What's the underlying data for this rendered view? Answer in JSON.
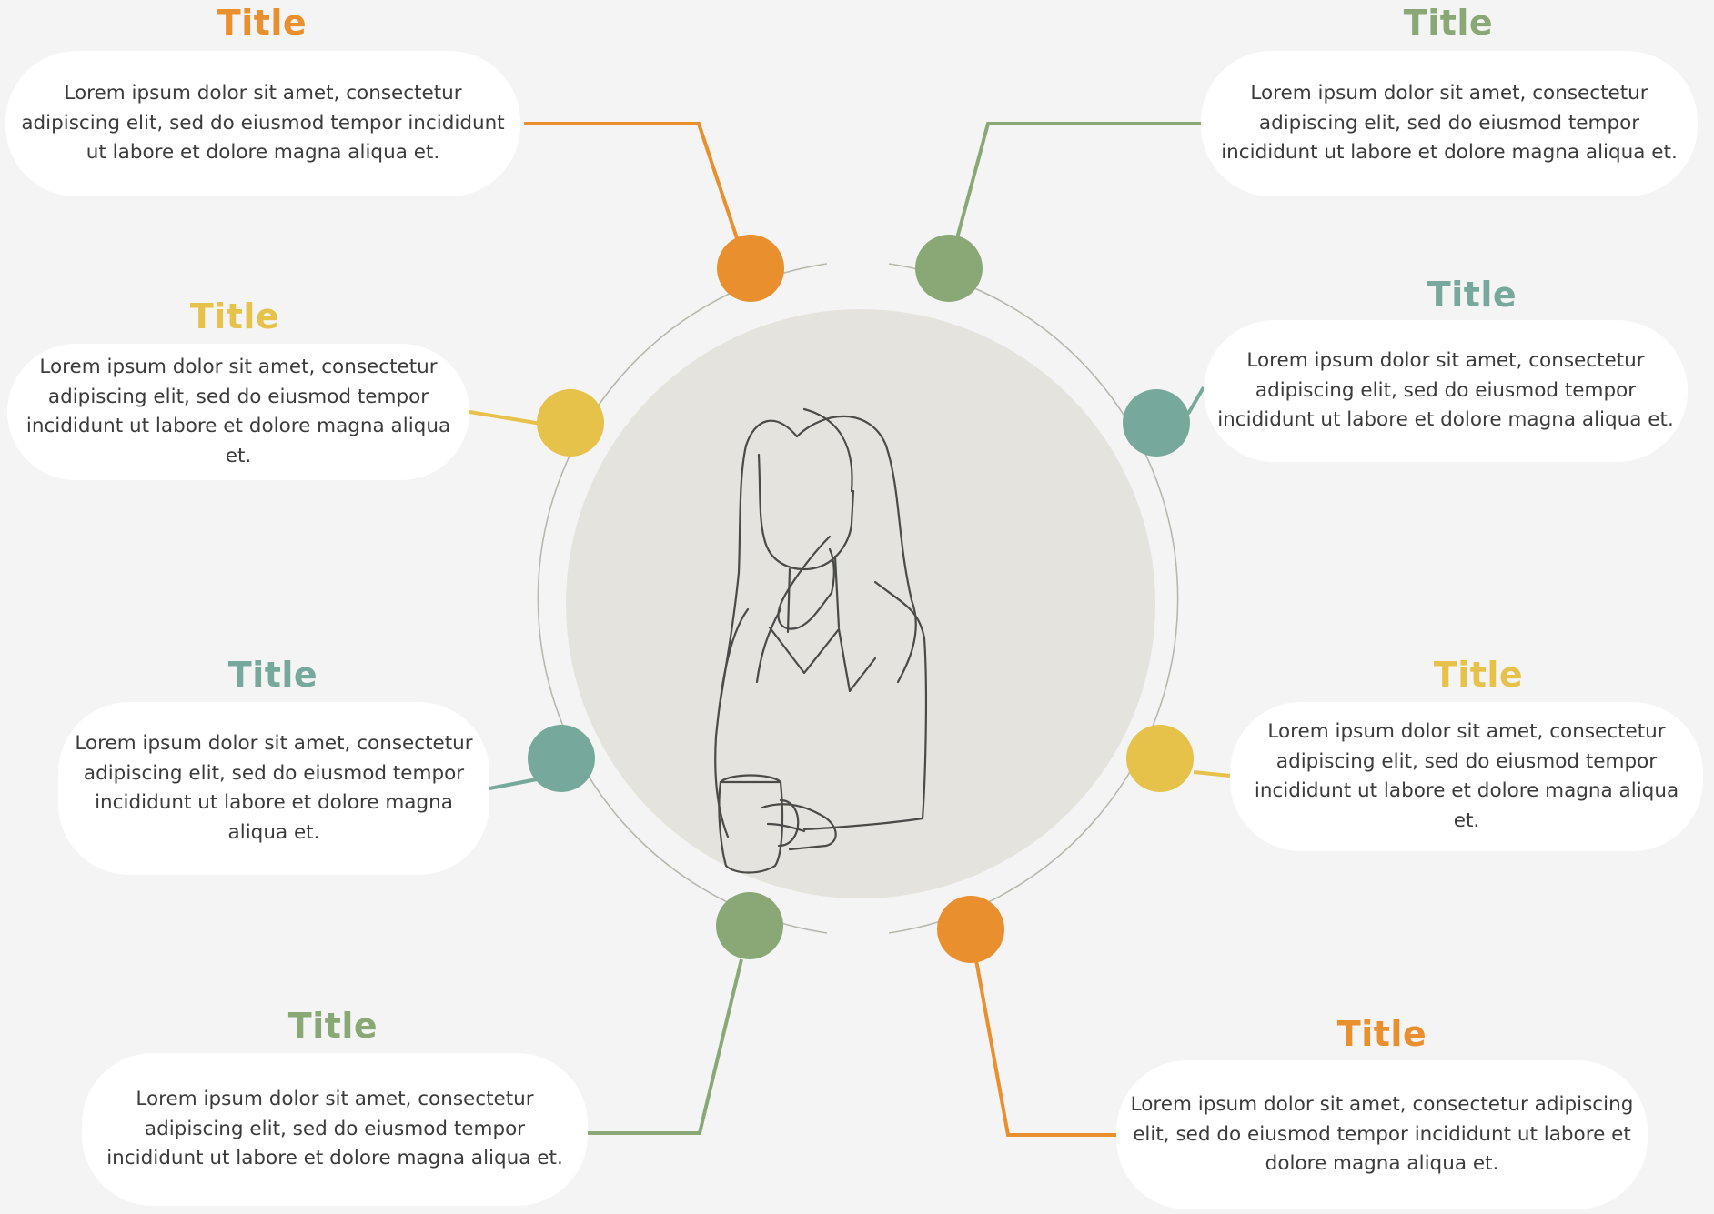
{
  "colors": {
    "background": "#f5f4f4",
    "orange": "#e98f2d",
    "green": "#8aa876",
    "teal": "#76a89b",
    "yellow": "#e6c24b",
    "ring": "#b5b8ad",
    "center": "#e5e3de",
    "text": "#3b3b3b"
  },
  "center": {
    "icon": "thinking-woman-with-mug-illustration"
  },
  "items": [
    {
      "id": "top-left",
      "title": "Title",
      "color": "orange",
      "text": "Lorem ipsum dolor sit amet, consectetur adipiscing elit, sed do eiusmod tempor incididunt ut labore et dolore magna aliqua et."
    },
    {
      "id": "top-right",
      "title": "Title",
      "color": "green",
      "text": "Lorem ipsum dolor sit amet, consectetur adipiscing elit, sed do eiusmod tempor incididunt ut labore et dolore magna aliqua et."
    },
    {
      "id": "upper-left",
      "title": "Title",
      "color": "yellow",
      "text": "Lorem ipsum dolor sit amet, consectetur adipiscing elit, sed do eiusmod tempor incididunt ut labore et dolore magna aliqua et."
    },
    {
      "id": "upper-right",
      "title": "Title",
      "color": "teal",
      "text": "Lorem ipsum dolor sit amet, consectetur adipiscing elit, sed do eiusmod tempor incididunt ut labore et dolore magna aliqua et."
    },
    {
      "id": "lower-left",
      "title": "Title",
      "color": "teal",
      "text": "Lorem ipsum dolor sit amet, consectetur adipiscing elit, sed do eiusmod tempor incididunt ut labore et dolore magna aliqua et."
    },
    {
      "id": "lower-right",
      "title": "Title",
      "color": "yellow",
      "text": "Lorem ipsum dolor sit amet, consectetur adipiscing elit, sed do eiusmod tempor incididunt ut labore et dolore magna aliqua et."
    },
    {
      "id": "bottom-left",
      "title": "Title",
      "color": "green",
      "text": "Lorem ipsum dolor sit amet, consectetur adipiscing elit, sed do eiusmod tempor incididunt ut labore et dolore magna aliqua et."
    },
    {
      "id": "bottom-right",
      "title": "Title",
      "color": "orange",
      "text": "Lorem ipsum dolor sit amet, consectetur adipiscing elit, sed do eiusmod tempor incididunt ut labore et dolore magna aliqua et."
    }
  ]
}
